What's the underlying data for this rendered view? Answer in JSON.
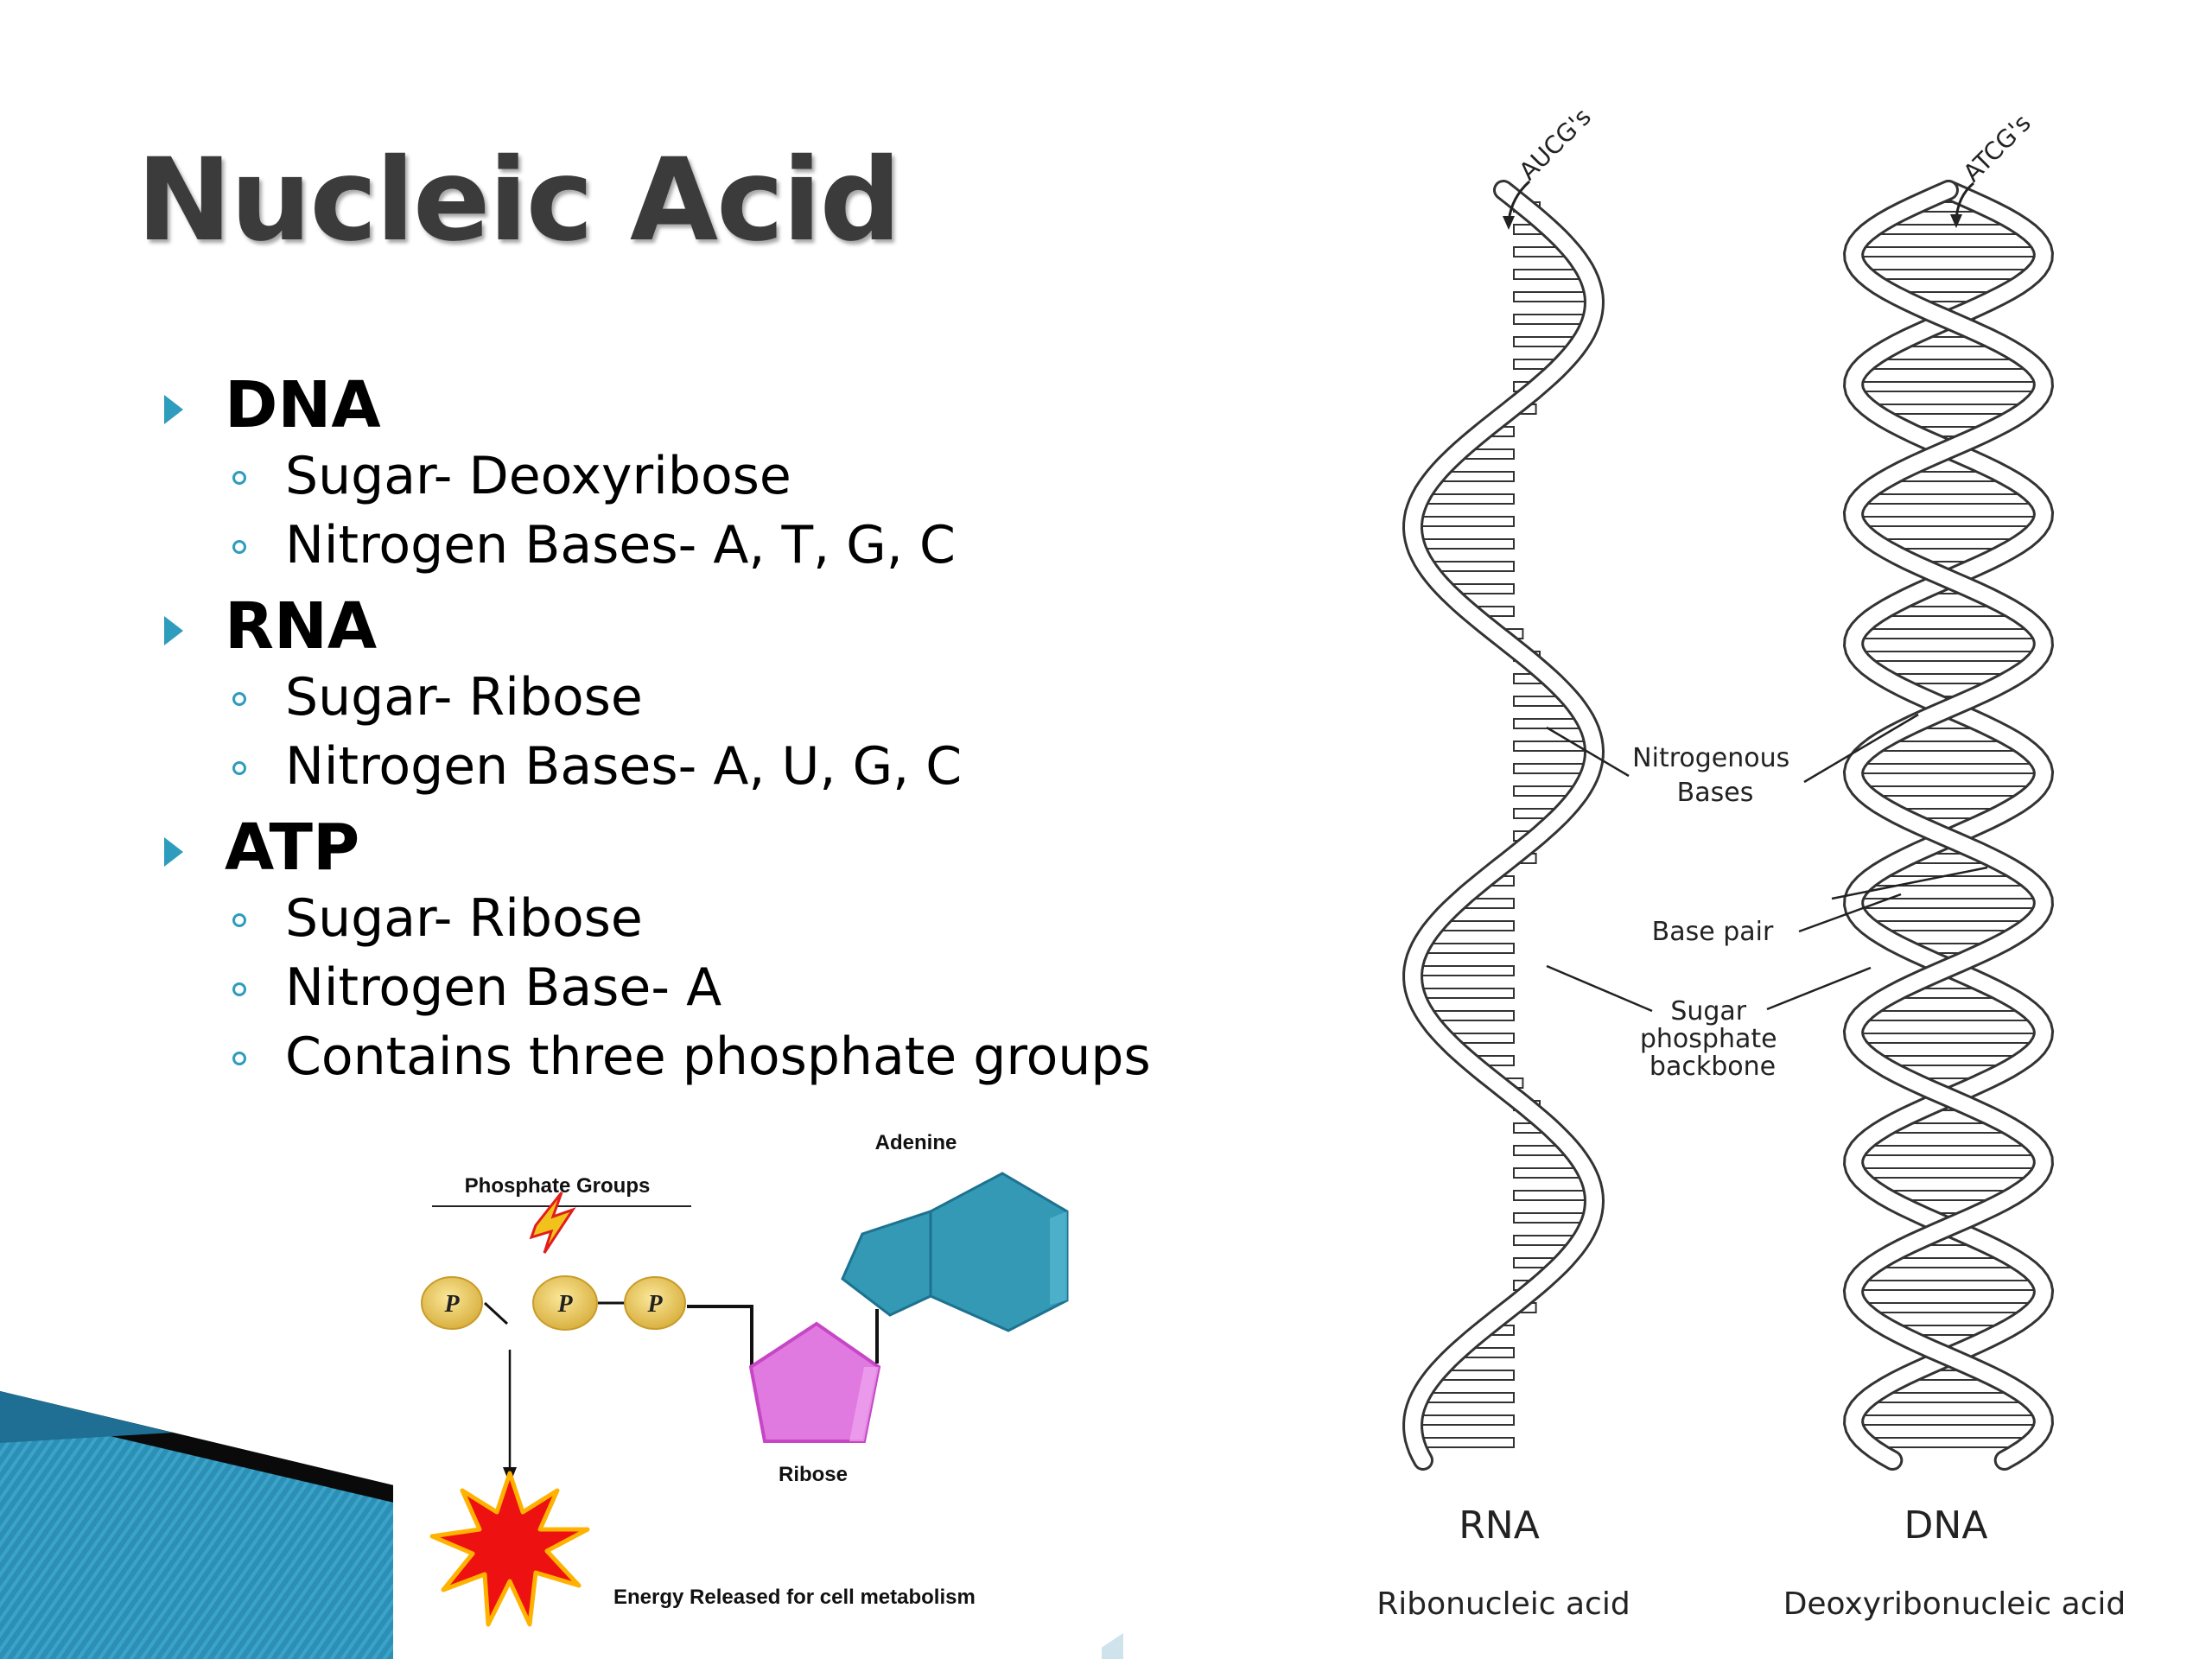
{
  "slide": {
    "title": "Nucleic Acid",
    "sections": [
      {
        "heading": "DNA",
        "items": [
          "Sugar- Deoxyribose",
          "Nitrogen Bases- A, T, G, C"
        ]
      },
      {
        "heading": "RNA",
        "items": [
          "Sugar- Ribose",
          "Nitrogen Bases- A, U, G, C"
        ]
      },
      {
        "heading": "ATP",
        "items": [
          "Sugar- Ribose",
          "Nitrogen Base- A",
          "Contains three phosphate groups"
        ]
      }
    ],
    "accent": "#2e9cbd"
  },
  "atp_figure": {
    "phosphate_groups_label": "Phosphate Groups",
    "phosphate_symbol": "P",
    "adenine_label": "Adenine",
    "ribose_label": "Ribose",
    "energy_label": "Energy Released for cell metabolism",
    "colors": {
      "phosphate": "#e8c75a",
      "ribose": "#d95fd9",
      "adenine": "#3399b5",
      "burst": "#ee1111"
    }
  },
  "helix_figure": {
    "rna_top_label": "AUCG's",
    "dna_top_label": "ATCG's",
    "nitrogenous_bases_label": [
      "Nitrogenous",
      "Bases"
    ],
    "base_pair_label": "Base pair",
    "backbone_label": [
      "Sugar",
      "phosphate",
      "backbone"
    ],
    "rna_label": "RNA",
    "rna_fullname": "Ribonucleic acid",
    "dna_label": "DNA",
    "dna_fullname": "Deoxyribonucleic acid"
  }
}
